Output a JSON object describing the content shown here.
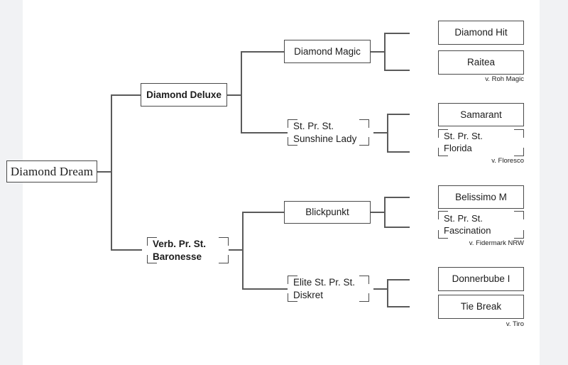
{
  "diagram": {
    "type": "pedigree-tree",
    "title_node": "Diamond Dream",
    "orientation": "left-to-right",
    "colors": {
      "page_background": "#ffffff",
      "outer_background": "#f1f2f4",
      "box_border": "#4a4a4a",
      "connector": "#5a5a5a",
      "text": "#1c1c1c"
    }
  },
  "root": {
    "name": "Diamond Dream"
  },
  "generation2": [
    {
      "name": "Diamond Deluxe",
      "style": "solid"
    },
    {
      "name_line1": "Verb. Pr. St.",
      "name_line2": "Baronesse",
      "style": "bracket"
    }
  ],
  "generation3": [
    {
      "name": "Diamond Magic",
      "style": "solid"
    },
    {
      "name_line1": "St. Pr. St.",
      "name_line2": "Sunshine Lady",
      "style": "bracket"
    },
    {
      "name": "Blickpunkt",
      "style": "solid"
    },
    {
      "name_line1": "Elite St. Pr. St.",
      "name_line2": "Diskret",
      "style": "bracket"
    }
  ],
  "generation4": [
    {
      "sire": {
        "name": "Diamond Hit",
        "style": "solid"
      },
      "dam": {
        "name": "Raitea",
        "style": "solid"
      },
      "caption": "v. Roh Magic"
    },
    {
      "sire": {
        "name": "Samarant",
        "style": "solid"
      },
      "dam": {
        "name_line1": "St. Pr. St.",
        "name_line2": "Florida",
        "style": "bracket"
      },
      "caption": "v. Floresco"
    },
    {
      "sire": {
        "name": "Belissimo M",
        "style": "solid"
      },
      "dam": {
        "name_line1": "St. Pr. St.",
        "name_line2": "Fascination",
        "style": "bracket"
      },
      "caption": "v. Fidermark NRW"
    },
    {
      "sire": {
        "name": "Donnerbube I",
        "style": "solid"
      },
      "dam": {
        "name": "Tie Break",
        "style": "solid"
      },
      "caption": "v. Tiro"
    }
  ]
}
